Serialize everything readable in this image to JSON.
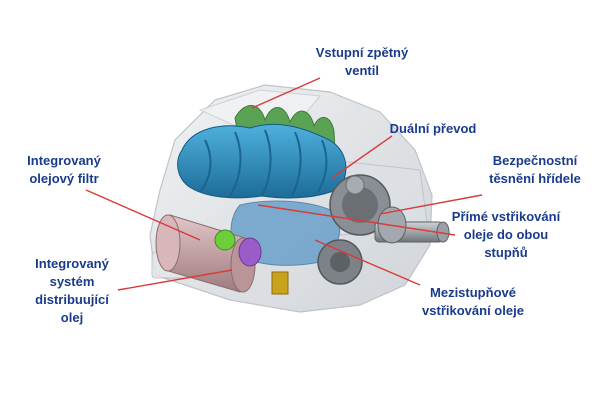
{
  "colors": {
    "label_text": "#1a3b8c",
    "leader_line": "#d93a3a",
    "housing": "#d9dce0",
    "rotor_blue": "#2f8fbf",
    "rotor_green": "#5aa355",
    "filter_pink": "#c9a5a8",
    "gear_dark": "#6b6f73"
  },
  "labels": {
    "inlet_check_valve": [
      "Vstupní zpětný",
      "ventil"
    ],
    "dual_drive": [
      "Duální převod"
    ],
    "shaft_seal": [
      "Bezpečnostní",
      "těsnění hřídele"
    ],
    "oil_filter": [
      "Integrovaný",
      "olejový filtr"
    ],
    "direct_injection": [
      "Přímé vstřikování",
      "oleje do obou",
      "stupňů"
    ],
    "oil_distribution": [
      "Integrovaný",
      "systém",
      "distribuující",
      "olej"
    ],
    "interstage_injection": [
      "Mezistupňové",
      "vstřikování oleje"
    ]
  }
}
